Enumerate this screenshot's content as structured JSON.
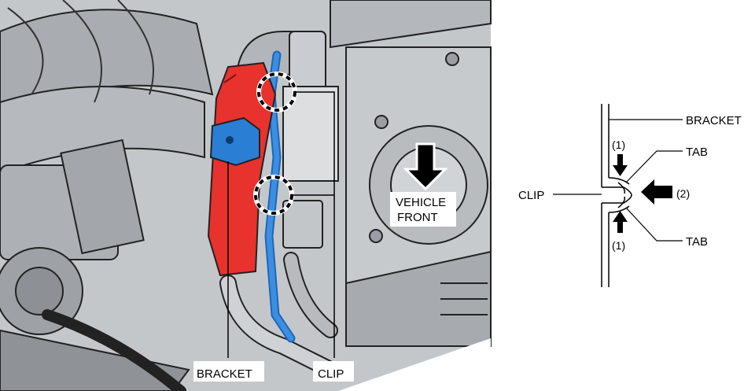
{
  "labels": {
    "bracket_photo": "BRACKET",
    "clip_photo": "CLIP",
    "vehicle_front_line1": "VEHICLE",
    "vehicle_front_line2": "FRONT",
    "bracket_detail": "BRACKET",
    "tab_top": "TAB",
    "tab_bottom": "TAB",
    "clip_detail": "CLIP",
    "step_1_top": "(1)",
    "step_1_bottom": "(1)",
    "step_2": "(2)"
  },
  "colors": {
    "bracket": "#e8322e",
    "clip_body": "#2a7fd4",
    "engine_gray": "#b9bcbf",
    "outline": "#000000"
  }
}
